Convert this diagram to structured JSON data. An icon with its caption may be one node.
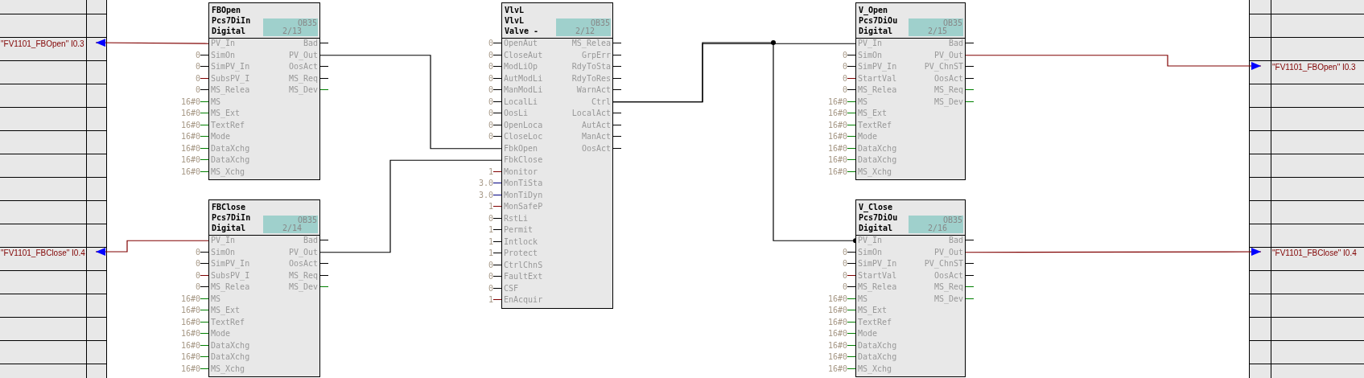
{
  "diagram": {
    "nodes": [
      {
        "text": [
          "FBOpen",
          "Pcs7DiIn",
          "Digital",
          "OB35",
          "2/13"
        ]
      },
      {
        "text": [
          "PV_In"
        ],
        "in": 0
      },
      {
        "text": [
          "SimOn"
        ],
        "in": 0,
        "beside": [
          "0"
        ]
      },
      {
        "text": [
          "SimPV_In"
        ],
        "in": 0,
        "beside": [
          "0"
        ]
      },
      {
        "text": [
          "SubsPV_I"
        ],
        "in": 0,
        "beside": [
          "0"
        ]
      },
      {
        "text": [
          "MS_Relea"
        ],
        "in": 0,
        "beside": [
          "0"
        ]
      },
      {
        "text": [
          "MS"
        ],
        "in": 0,
        "beside": [
          "16#0"
        ]
      },
      {
        "text": [
          "MS_Ext"
        ],
        "in": 0,
        "beside": [
          "16#0"
        ]
      },
      {
        "text": [
          "TextRef"
        ],
        "in": 0,
        "beside": [
          "16#0"
        ]
      },
      {
        "text": [
          "Mode"
        ],
        "in": 0,
        "beside": [
          "16#0"
        ]
      },
      {
        "text": [
          "DataXchg"
        ],
        "in": 0,
        "beside": [
          "16#0"
        ]
      },
      {
        "text": [
          "DataXchg"
        ],
        "in": 0,
        "beside": [
          "16#0"
        ]
      },
      {
        "text": [
          "MS_Xchg"
        ],
        "in": 0,
        "beside": [
          "16#0"
        ]
      },
      {
        "text": [
          "Bad"
        ],
        "in": 0
      },
      {
        "text": [
          "PV_Out"
        ],
        "in": 0
      },
      {
        "text": [
          "OosAct"
        ],
        "in": 0
      },
      {
        "text": [
          "MS_Req"
        ],
        "in": 0
      },
      {
        "text": [
          "MS_Dev"
        ],
        "in": 0
      },
      {
        "text": [
          "FBClose",
          "Pcs7DiIn",
          "Digital",
          "OB35",
          "2/14"
        ]
      },
      {
        "text": [
          "PV_In"
        ],
        "in": 18
      },
      {
        "text": [
          "SimOn"
        ],
        "in": 18,
        "beside": [
          "0"
        ]
      },
      {
        "text": [
          "SimPV_In"
        ],
        "in": 18,
        "beside": [
          "0"
        ]
      },
      {
        "text": [
          "SubsPV_I"
        ],
        "in": 18,
        "beside": [
          "0"
        ]
      },
      {
        "text": [
          "MS_Relea"
        ],
        "in": 18,
        "beside": [
          "0"
        ]
      },
      {
        "text": [
          "MS"
        ],
        "in": 18,
        "beside": [
          "16#0"
        ]
      },
      {
        "text": [
          "MS_Ext"
        ],
        "in": 18,
        "beside": [
          "16#0"
        ]
      },
      {
        "text": [
          "TextRef"
        ],
        "in": 18,
        "beside": [
          "16#0"
        ]
      },
      {
        "text": [
          "Mode"
        ],
        "in": 18,
        "beside": [
          "16#0"
        ]
      },
      {
        "text": [
          "DataXchg"
        ],
        "in": 18,
        "beside": [
          "16#0"
        ]
      },
      {
        "text": [
          "DataXchg"
        ],
        "in": 18,
        "beside": [
          "16#0"
        ]
      },
      {
        "text": [
          "MS_Xchg"
        ],
        "in": 18,
        "beside": [
          "16#0"
        ]
      },
      {
        "text": [
          "Bad"
        ],
        "in": 18
      },
      {
        "text": [
          "PV_Out"
        ],
        "in": 18
      },
      {
        "text": [
          "OosAct"
        ],
        "in": 18
      },
      {
        "text": [
          "MS_Req"
        ],
        "in": 18
      },
      {
        "text": [
          "MS_Dev"
        ],
        "in": 18
      },
      {
        "text": [
          "VlvL",
          "VlvL",
          "Valve -",
          "OB35",
          "2/12"
        ]
      },
      {
        "text": [
          "OpenAut"
        ],
        "in": 36,
        "beside": [
          "0"
        ]
      },
      {
        "text": [
          "CloseAut"
        ],
        "in": 36,
        "beside": [
          "0"
        ]
      },
      {
        "text": [
          "ModLiOp"
        ],
        "in": 36,
        "beside": [
          "0"
        ]
      },
      {
        "text": [
          "AutModLi"
        ],
        "in": 36,
        "beside": [
          "0"
        ]
      },
      {
        "text": [
          "ManModLi"
        ],
        "in": 36,
        "beside": [
          "0"
        ]
      },
      {
        "text": [
          "LocalLi"
        ],
        "in": 36,
        "beside": [
          "0"
        ]
      },
      {
        "text": [
          "OosLi"
        ],
        "in": 36,
        "beside": [
          "0"
        ]
      },
      {
        "text": [
          "OpenLoca"
        ],
        "in": 36,
        "beside": [
          "0"
        ]
      },
      {
        "text": [
          "CloseLoc"
        ],
        "in": 36,
        "beside": [
          "0"
        ]
      },
      {
        "text": [
          "FbkOpen"
        ],
        "in": 36
      },
      {
        "text": [
          "FbkClose"
        ],
        "in": 36
      },
      {
        "text": [
          "Monitor"
        ],
        "in": 36,
        "beside": [
          "1"
        ]
      },
      {
        "text": [
          "MonTiSta"
        ],
        "in": 36,
        "beside": [
          "3.0"
        ]
      },
      {
        "text": [
          "MonTiDyn"
        ],
        "in": 36,
        "beside": [
          "3.0"
        ]
      },
      {
        "text": [
          "MonSafeP"
        ],
        "in": 36,
        "beside": [
          "1"
        ]
      },
      {
        "text": [
          "RstLi"
        ],
        "in": 36,
        "beside": [
          "0"
        ]
      },
      {
        "text": [
          "Permit"
        ],
        "in": 36,
        "beside": [
          "1"
        ]
      },
      {
        "text": [
          "Intlock"
        ],
        "in": 36,
        "beside": [
          "1"
        ]
      },
      {
        "text": [
          "Protect"
        ],
        "in": 36,
        "beside": [
          "1"
        ]
      },
      {
        "text": [
          "CtrlChnS"
        ],
        "in": 36,
        "beside": [
          "0"
        ]
      },
      {
        "text": [
          "FaultExt"
        ],
        "in": 36,
        "beside": [
          "0"
        ]
      },
      {
        "text": [
          "CSF"
        ],
        "in": 36,
        "beside": [
          "0"
        ]
      },
      {
        "text": [
          "EnAcquir"
        ],
        "in": 36,
        "beside": [
          "1"
        ]
      },
      {
        "text": [
          "MS_Relea"
        ],
        "in": 36
      },
      {
        "text": [
          "GrpErr"
        ],
        "in": 36
      },
      {
        "text": [
          "RdyToSta"
        ],
        "in": 36
      },
      {
        "text": [
          "RdyToRes"
        ],
        "in": 36
      },
      {
        "text": [
          "WarnAct"
        ],
        "in": 36
      },
      {
        "text": [
          "Ctrl"
        ],
        "in": 36
      },
      {
        "text": [
          "LocalAct"
        ],
        "in": 36
      },
      {
        "text": [
          "AutAct"
        ],
        "in": 36
      },
      {
        "text": [
          "ManAct"
        ],
        "in": 36
      },
      {
        "text": [
          "OosAct"
        ],
        "in": 36
      },
      {
        "text": [
          "V_Open",
          "Pcs7DiOu",
          "Digital",
          "OB35",
          "2/15"
        ]
      },
      {
        "text": [
          "PV_In"
        ],
        "in": 70
      },
      {
        "text": [
          "SimOn"
        ],
        "in": 70,
        "beside": [
          "0"
        ]
      },
      {
        "text": [
          "SimPV_In"
        ],
        "in": 70,
        "beside": [
          "0"
        ]
      },
      {
        "text": [
          "StartVal"
        ],
        "in": 70,
        "beside": [
          "0"
        ]
      },
      {
        "text": [
          "MS_Relea"
        ],
        "in": 70,
        "beside": [
          "0"
        ]
      },
      {
        "text": [
          "MS"
        ],
        "in": 70,
        "beside": [
          "16#0"
        ]
      },
      {
        "text": [
          "MS_Ext"
        ],
        "in": 70,
        "beside": [
          "16#0"
        ]
      },
      {
        "text": [
          "TextRef"
        ],
        "in": 70,
        "beside": [
          "16#0"
        ]
      },
      {
        "text": [
          "Mode"
        ],
        "in": 70,
        "beside": [
          "16#0"
        ]
      },
      {
        "text": [
          "DataXchg"
        ],
        "in": 70,
        "beside": [
          "16#0"
        ]
      },
      {
        "text": [
          "DataXchg"
        ],
        "in": 70,
        "beside": [
          "16#0"
        ]
      },
      {
        "text": [
          "MS_Xchg"
        ],
        "in": 70,
        "beside": [
          "16#0"
        ]
      },
      {
        "text": [
          "Bad"
        ],
        "in": 70
      },
      {
        "text": [
          "PV_Out"
        ],
        "in": 70
      },
      {
        "text": [
          "PV_ChnST"
        ],
        "in": 70
      },
      {
        "text": [
          "OosAct"
        ],
        "in": 70
      },
      {
        "text": [
          "MS_Req"
        ],
        "in": 70
      },
      {
        "text": [
          "MS_Dev"
        ],
        "in": 70
      },
      {
        "text": [
          "V_Close",
          "Pcs7DiOu",
          "Digital",
          "OB35",
          "2/16"
        ]
      },
      {
        "text": [
          "PV_In"
        ],
        "in": 89
      },
      {
        "text": [
          "SimOn"
        ],
        "in": 89,
        "beside": [
          "0"
        ]
      },
      {
        "text": [
          "SimPV_In"
        ],
        "in": 89,
        "beside": [
          "0"
        ]
      },
      {
        "text": [
          "StartVal"
        ],
        "in": 89,
        "beside": [
          "0"
        ]
      },
      {
        "text": [
          "MS_Relea"
        ],
        "in": 89,
        "beside": [
          "0"
        ]
      },
      {
        "text": [
          "MS"
        ],
        "in": 89,
        "beside": [
          "16#0"
        ]
      },
      {
        "text": [
          "MS_Ext"
        ],
        "in": 89,
        "beside": [
          "16#0"
        ]
      },
      {
        "text": [
          "TextRef"
        ],
        "in": 89,
        "beside": [
          "16#0"
        ]
      },
      {
        "text": [
          "Mode"
        ],
        "in": 89,
        "beside": [
          "16#0"
        ]
      },
      {
        "text": [
          "DataXchg"
        ],
        "in": 89,
        "beside": [
          "16#0"
        ]
      },
      {
        "text": [
          "DataXchg"
        ],
        "in": 89,
        "beside": [
          "16#0"
        ]
      },
      {
        "text": [
          "MS_Xchg"
        ],
        "in": 89,
        "beside": [
          "16#0"
        ]
      },
      {
        "text": [
          "Bad"
        ],
        "in": 89
      },
      {
        "text": [
          "PV_Out"
        ],
        "in": 89
      },
      {
        "text": [
          "PV_ChnST"
        ],
        "in": 89
      },
      {
        "text": [
          "OosAct"
        ],
        "in": 89
      },
      {
        "text": [
          "MS_Req"
        ],
        "in": 89
      },
      {
        "text": [
          "MS_Dev"
        ],
        "in": 89
      },
      {
        "text": [
          "\"FV1101_FBOpen\" I0.3"
        ]
      },
      {
        "text": [
          "\"FV1101_FBClose\" I0.4"
        ]
      },
      {
        "text": [
          "\"FV1101_FBOpen\" I0.3"
        ]
      },
      {
        "text": [
          "\"FV1101_FBClose\" I0.4"
        ]
      }
    ],
    "edges": [
      {
        "from": 1,
        "to": 108,
        "arrow": "to",
        "color": "#800000"
      },
      {
        "from": 19,
        "to": 109,
        "arrow": "to",
        "color": "#800000"
      },
      {
        "from": 14,
        "to": 46,
        "arrow": "none",
        "color": "#000000"
      },
      {
        "from": 32,
        "to": 47,
        "arrow": "none",
        "color": "#000000"
      },
      {
        "from": 65,
        "to": 71,
        "arrow": "none",
        "color": "#000000"
      },
      {
        "from": 65,
        "to": 90,
        "arrow": "other",
        "color": "#000000"
      },
      {
        "from": 84,
        "to": 110,
        "arrow": "to",
        "color": "#800000"
      },
      {
        "from": 103,
        "to": 111,
        "arrow": "to",
        "color": "#800000"
      }
    ]
  }
}
